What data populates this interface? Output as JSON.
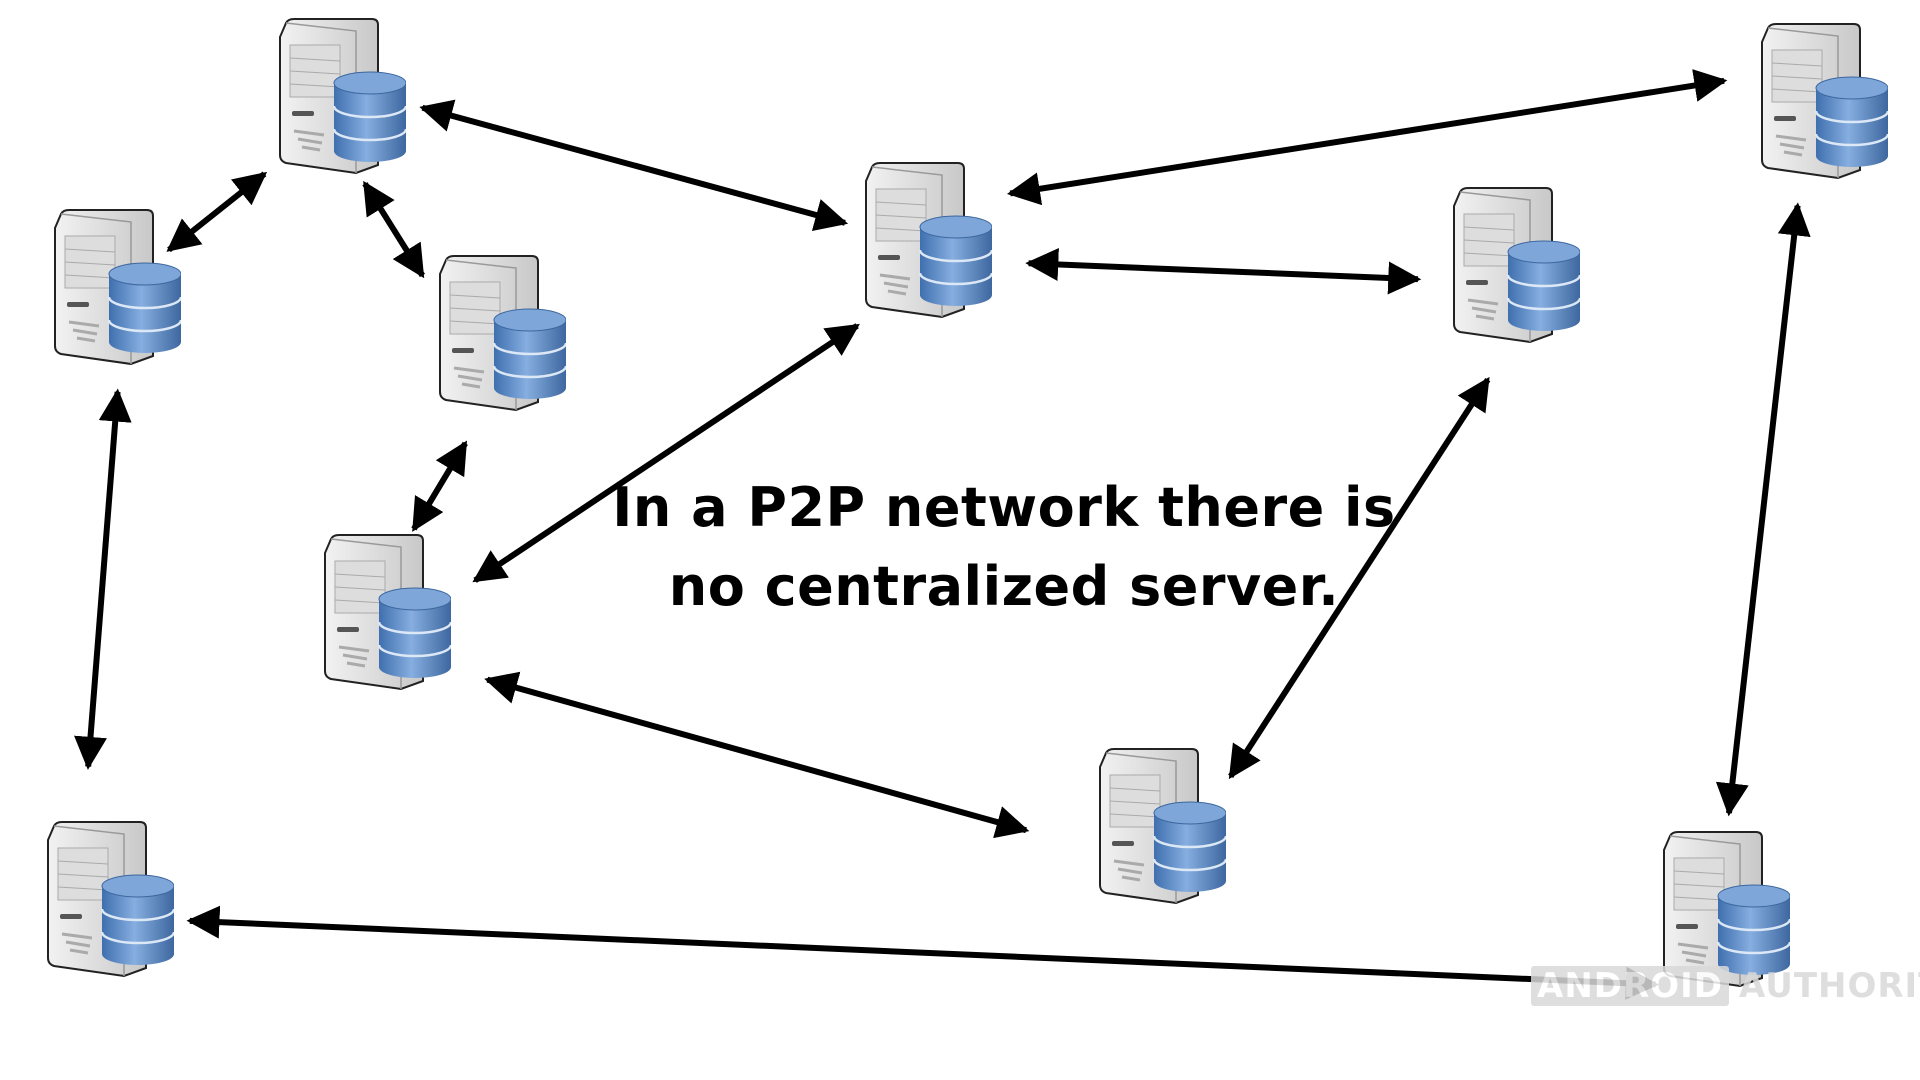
{
  "diagram": {
    "caption_lines": [
      "In a P2P network there is",
      "no centralized server."
    ],
    "node_icon": "server-database-icon",
    "node_count": 10,
    "connection_style": "bidirectional-arrow",
    "colors": {
      "arrow": "#000000",
      "server_body": "#e3e3e3",
      "database": "#5b8ac4",
      "background": "#ffffff"
    }
  },
  "watermark": {
    "part1": "ANDROID",
    "part2": "AUTHORITY"
  }
}
